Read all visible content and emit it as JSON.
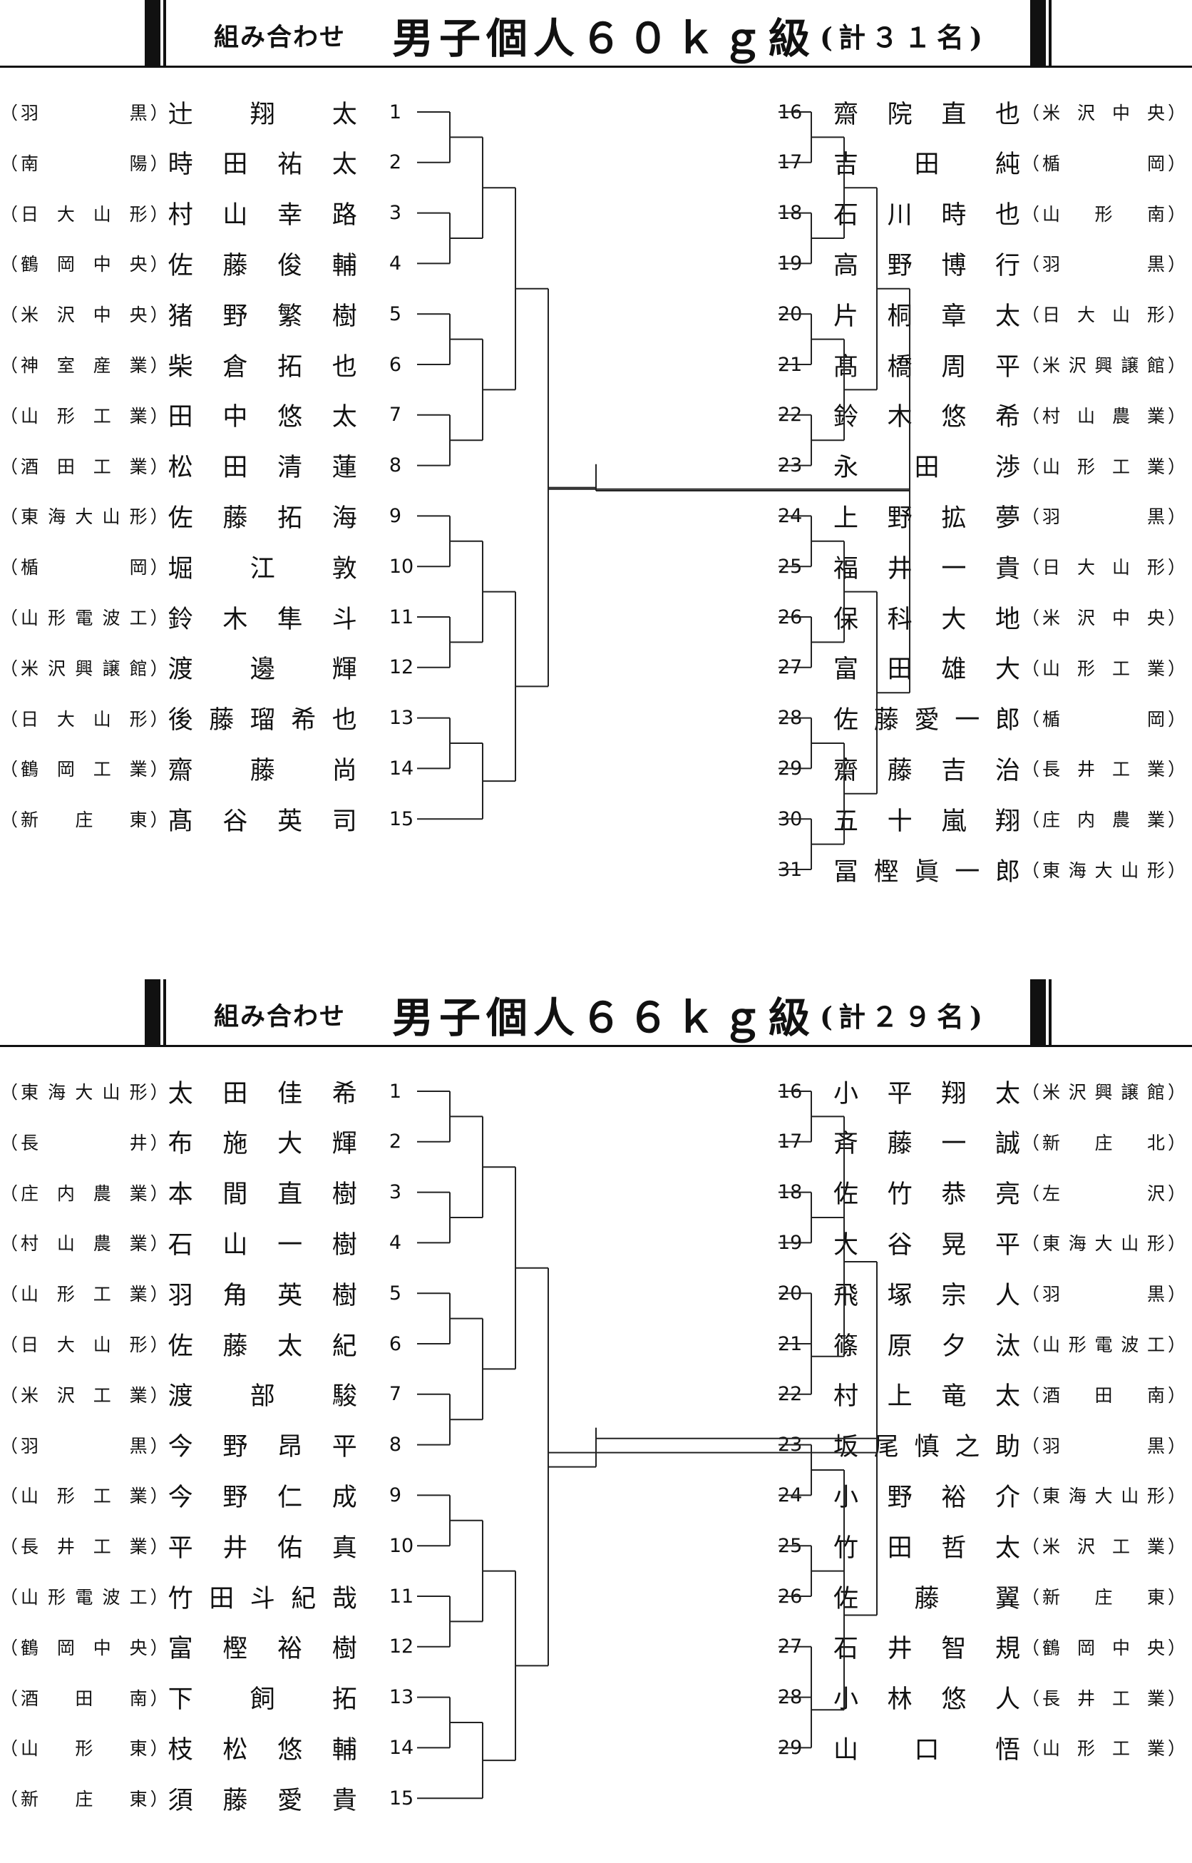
{
  "sections": [
    {
      "kumi": "組み合わせ",
      "title": "男子個人６０ｋｇ級",
      "count": "(計３１名)",
      "left": [
        {
          "school": "羽黒",
          "name": "辻翔太",
          "num": "1"
        },
        {
          "school": "南陽",
          "name": "時田祐太",
          "num": "2"
        },
        {
          "school": "日大山形",
          "name": "村山幸路",
          "num": "3"
        },
        {
          "school": "鶴岡中央",
          "name": "佐藤俊輔",
          "num": "4"
        },
        {
          "school": "米沢中央",
          "name": "猪野繁樹",
          "num": "5"
        },
        {
          "school": "神室産業",
          "name": "柴倉拓也",
          "num": "6"
        },
        {
          "school": "山形工業",
          "name": "田中悠太",
          "num": "7"
        },
        {
          "school": "酒田工業",
          "name": "松田清蓮",
          "num": "8"
        },
        {
          "school": "東海大山形",
          "name": "佐藤拓海",
          "num": "9"
        },
        {
          "school": "楯岡",
          "name": "堀江敦",
          "num": "10"
        },
        {
          "school": "山形電波工",
          "name": "鈴木隼斗",
          "num": "11"
        },
        {
          "school": "米沢興譲館",
          "name": "渡邊輝",
          "num": "12"
        },
        {
          "school": "日大山形",
          "name": "後藤瑠希也",
          "num": "13"
        },
        {
          "school": "鶴岡工業",
          "name": "齋藤尚",
          "num": "14"
        },
        {
          "school": "新庄東",
          "name": "髙谷英司",
          "num": "15"
        }
      ],
      "right": [
        {
          "num": "16",
          "name": "齋院直也",
          "school": "米沢中央"
        },
        {
          "num": "17",
          "name": "吉田純",
          "school": "楯岡"
        },
        {
          "num": "18",
          "name": "石川時也",
          "school": "山形南"
        },
        {
          "num": "19",
          "name": "高野博行",
          "school": "羽黒"
        },
        {
          "num": "20",
          "name": "片桐章太",
          "school": "日大山形"
        },
        {
          "num": "21",
          "name": "髙橋周平",
          "school": "米沢興譲館"
        },
        {
          "num": "22",
          "name": "鈴木悠希",
          "school": "村山農業"
        },
        {
          "num": "23",
          "name": "永田渉",
          "school": "山形工業"
        },
        {
          "num": "24",
          "name": "上野拡夢",
          "school": "羽黒"
        },
        {
          "num": "25",
          "name": "福井一貴",
          "school": "日大山形"
        },
        {
          "num": "26",
          "name": "保科大地",
          "school": "米沢中央"
        },
        {
          "num": "27",
          "name": "富田雄大",
          "school": "山形工業"
        },
        {
          "num": "28",
          "name": "佐藤愛一郎",
          "school": "楯岡"
        },
        {
          "num": "29",
          "name": "齋藤吉治",
          "school": "長井工業"
        },
        {
          "num": "30",
          "name": "五十嵐翔",
          "school": "庄内農業"
        },
        {
          "num": "31",
          "name": "冨樫眞一郎",
          "school": "東海大山形"
        }
      ]
    },
    {
      "kumi": "組み合わせ",
      "title": "男子個人６６ｋｇ級",
      "count": "(計２９名)",
      "left": [
        {
          "school": "東海大山形",
          "name": "太田佳希",
          "num": "1"
        },
        {
          "school": "長井",
          "name": "布施大輝",
          "num": "2"
        },
        {
          "school": "庄内農業",
          "name": "本間直樹",
          "num": "3"
        },
        {
          "school": "村山農業",
          "name": "石山一樹",
          "num": "4"
        },
        {
          "school": "山形工業",
          "name": "羽角英樹",
          "num": "5"
        },
        {
          "school": "日大山形",
          "name": "佐藤太紀",
          "num": "6"
        },
        {
          "school": "米沢工業",
          "name": "渡部駿",
          "num": "7"
        },
        {
          "school": "羽黒",
          "name": "今野昂平",
          "num": "8"
        },
        {
          "school": "山形工業",
          "name": "今野仁成",
          "num": "9"
        },
        {
          "school": "長井工業",
          "name": "平井佑真",
          "num": "10"
        },
        {
          "school": "山形電波工",
          "name": "竹田斗紀哉",
          "num": "11"
        },
        {
          "school": "鶴岡中央",
          "name": "富樫裕樹",
          "num": "12"
        },
        {
          "school": "酒田南",
          "name": "下飼拓",
          "num": "13"
        },
        {
          "school": "山形東",
          "name": "枝松悠輔",
          "num": "14"
        },
        {
          "school": "新庄東",
          "name": "須藤愛貴",
          "num": "15"
        }
      ],
      "right": [
        {
          "num": "16",
          "name": "小平翔太",
          "school": "米沢興譲館"
        },
        {
          "num": "17",
          "name": "斉藤一誠",
          "school": "新庄北"
        },
        {
          "num": "18",
          "name": "佐竹恭亮",
          "school": "左沢"
        },
        {
          "num": "19",
          "name": "大谷晃平",
          "school": "東海大山形"
        },
        {
          "num": "20",
          "name": "飛塚宗人",
          "school": "羽黒"
        },
        {
          "num": "21",
          "name": "篠原夕汰",
          "school": "山形電波工"
        },
        {
          "num": "22",
          "name": "村上竜太",
          "school": "酒田南"
        },
        {
          "num": "23",
          "name": "坂尾慎之助",
          "school": "羽黒"
        },
        {
          "num": "24",
          "name": "小野裕介",
          "school": "東海大山形"
        },
        {
          "num": "25",
          "name": "竹田哲太",
          "school": "米沢工業"
        },
        {
          "num": "26",
          "name": "佐藤翼",
          "school": "新庄東"
        },
        {
          "num": "27",
          "name": "石井智規",
          "school": "鶴岡中央"
        },
        {
          "num": "28",
          "name": "小林悠人",
          "school": "長井工業"
        },
        {
          "num": "29",
          "name": "山口悟",
          "school": "山形工業"
        }
      ]
    }
  ]
}
